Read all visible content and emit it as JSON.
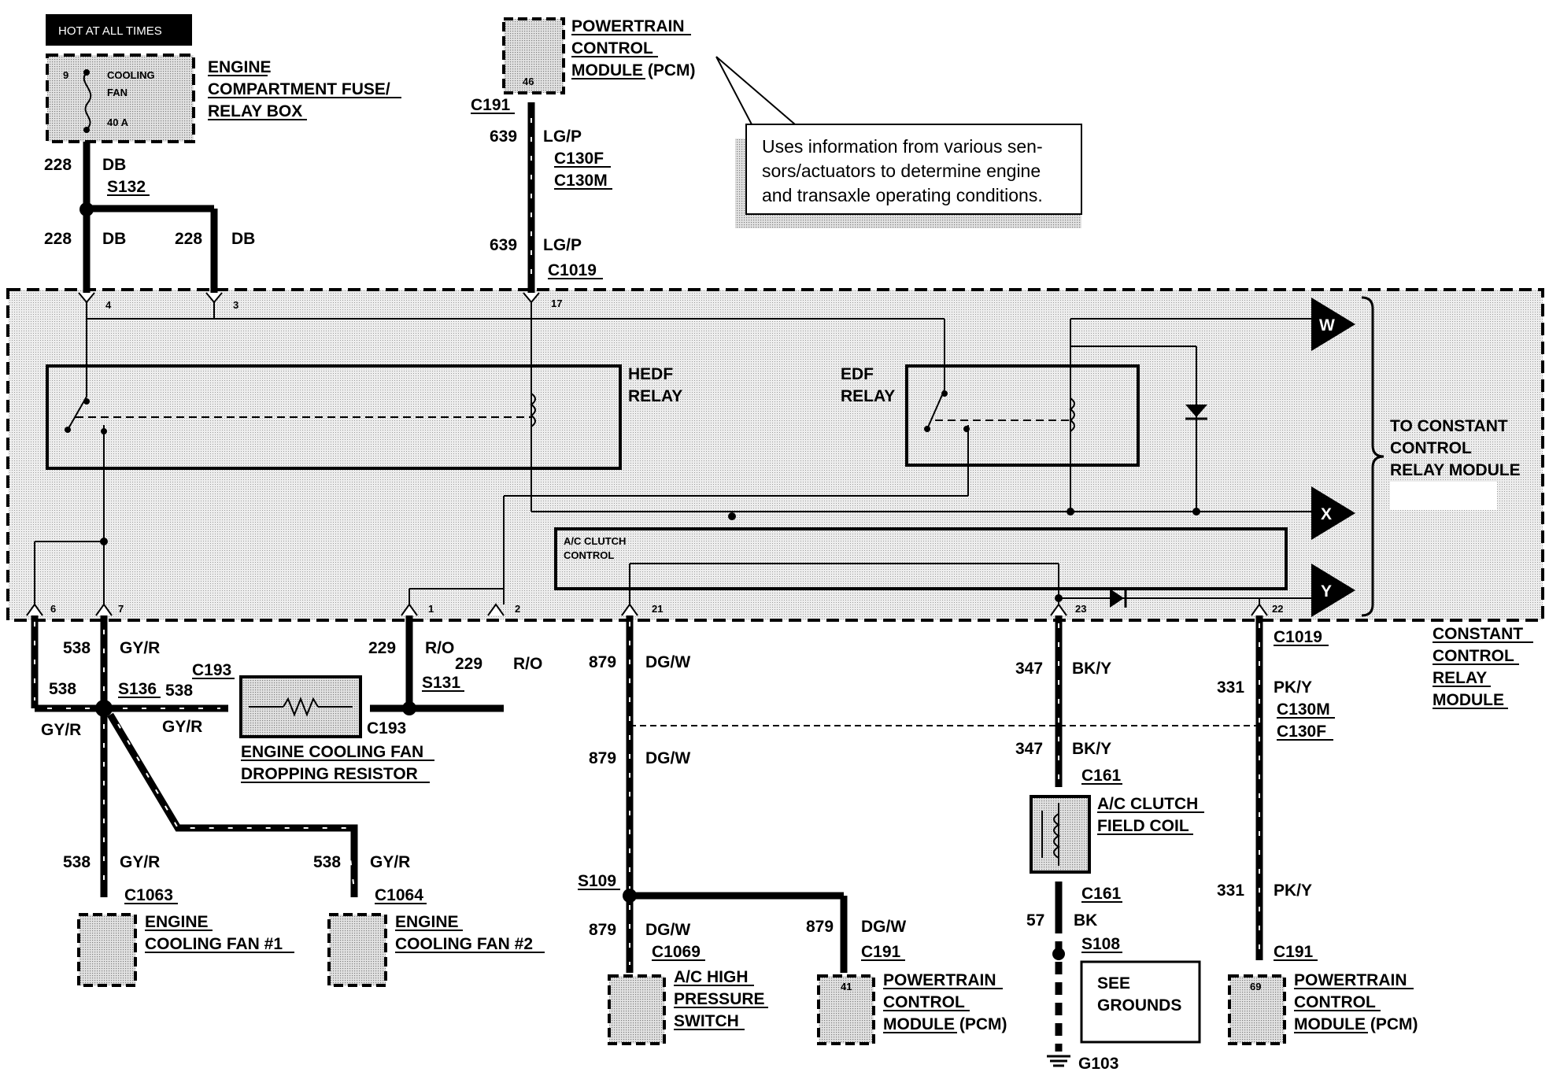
{
  "labels": {
    "hot_at_all_times": "HOT AT ALL TIMES",
    "fuse_num": "9",
    "fuse_name_1": "COOLING",
    "fuse_name_2": "FAN",
    "fuse_amp": "40 A",
    "fuse_box_1": "ENGINE",
    "fuse_box_2": "COMPARTMENT FUSE/",
    "fuse_box_3": "RELAY BOX",
    "pcm_top_1": "POWERTRAIN",
    "pcm_top_2": "CONTROL",
    "pcm_top_3": "MODULE (PCM)",
    "pcm_top_pin": "46",
    "note_1": "Uses information from various sen-",
    "note_2": "sors/actuators to determine engine",
    "note_3": "and transaxle operating conditions.",
    "hedf_1": "HEDF",
    "hedf_2": "RELAY",
    "edf_1": "EDF",
    "edf_2": "RELAY",
    "to_ccrm_1": "TO CONSTANT",
    "to_ccrm_2": "CONTROL",
    "to_ccrm_3": "RELAY MODULE",
    "ac_ctrl_1": "A/C CLUTCH",
    "ac_ctrl_2": "CONTROL",
    "ccrm_1": "CONSTANT",
    "ccrm_2": "CONTROL",
    "ccrm_3": "RELAY",
    "ccrm_4": "MODULE",
    "resistor_1": "ENGINE COOLING FAN",
    "resistor_2": "DROPPING RESISTOR",
    "fan1_1": "ENGINE",
    "fan1_2": "COOLING FAN #1",
    "fan2_1": "ENGINE",
    "fan2_2": "COOLING FAN #2",
    "ac_hp_1": "A/C HIGH",
    "ac_hp_2": "PRESSURE",
    "ac_hp_3": "SWITCH",
    "pcm41_1": "POWERTRAIN",
    "pcm41_2": "CONTROL",
    "pcm41_3": "MODULE (PCM)",
    "pcm41_pin": "41",
    "field_coil_1": "A/C CLUTCH",
    "field_coil_2": "FIELD COIL",
    "see_grounds_1": "SEE",
    "see_grounds_2": "GROUNDS",
    "pcm69_1": "POWERTRAIN",
    "pcm69_2": "CONTROL",
    "pcm69_3": "MODULE (PCM)",
    "pcm69_pin": "69",
    "w": "W",
    "x": "X",
    "y": "Y"
  },
  "connectors": {
    "s132": "S132",
    "c191_top": "C191",
    "c130f_top": "C130F",
    "c130m_top": "C130M",
    "c1019_top": "C1019",
    "c1019_right": "C1019",
    "c193_a": "C193",
    "c193_b": "C193",
    "s136": "S136",
    "s131": "S131",
    "c130m_r": "C130M",
    "c130f_r": "C130F",
    "c161_a": "C161",
    "c161_b": "C161",
    "s108": "S108",
    "g103": "G103",
    "c1063": "C1063",
    "c1064": "C1064",
    "s109": "S109",
    "c1069": "C1069",
    "c191_pcm41": "C191",
    "c191_pcm69": "C191"
  },
  "pins": {
    "p4": "4",
    "p3": "3",
    "p17": "17",
    "p6": "6",
    "p7": "7",
    "p1": "1",
    "p2": "2",
    "p21": "21",
    "p23": "23",
    "p22": "22"
  },
  "wires": {
    "w228_a_num": "228",
    "w228_a_col": "DB",
    "w228_b_num": "228",
    "w228_b_col": "DB",
    "w228_c_num": "228",
    "w228_c_col": "DB",
    "w639_a_num": "639",
    "w639_a_col": "LG/P",
    "w639_b_num": "639",
    "w639_b_col": "LG/P",
    "w538_a_num": "538",
    "w538_a_col": "GY/R",
    "w538_b_num": "538",
    "w538_b_col": "GY/R",
    "w538_c_num": "538",
    "w538_c_col": "GY/R",
    "w538_d_num": "538",
    "w538_d_col": "GY/R",
    "w538_e_num": "538",
    "w538_e_col": "GY/R",
    "w229_a_num": "229",
    "w229_a_col": "R/O",
    "w229_b_num": "229",
    "w229_b_col": "R/O",
    "w879_a_num": "879",
    "w879_a_col": "DG/W",
    "w879_b_num": "879",
    "w879_b_col": "DG/W",
    "w879_c_num": "879",
    "w879_c_col": "DG/W",
    "w879_d_num": "879",
    "w879_d_col": "DG/W",
    "w347_a_num": "347",
    "w347_a_col": "BK/Y",
    "w347_b_num": "347",
    "w347_b_col": "BK/Y",
    "w57_num": "57",
    "w57_col": "BK",
    "w331_a_num": "331",
    "w331_a_col": "PK/Y",
    "w331_b_num": "331",
    "w331_b_col": "PK/Y"
  }
}
